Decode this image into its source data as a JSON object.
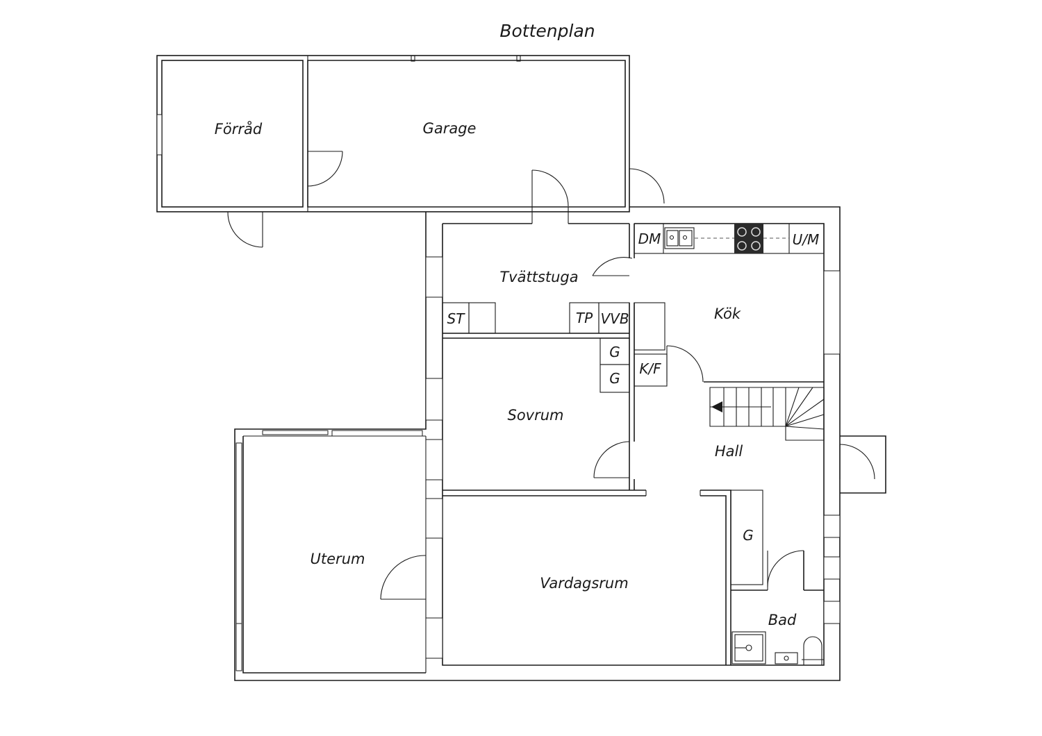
{
  "title": "Bottenplan",
  "rooms": {
    "forrad": "Förråd",
    "garage": "Garage",
    "tvattstuga": "Tvättstuga",
    "kok": "Kök",
    "sovrum": "Sovrum",
    "hall": "Hall",
    "uterum": "Uterum",
    "vardagsrum": "Vardagsrum",
    "bad": "Bad"
  },
  "fixtures": {
    "st": "ST",
    "tp": "TP",
    "vvb": "VVB",
    "dm": "DM",
    "um": "U/M",
    "kf": "K/F",
    "g_upper": "G",
    "g_lower": "G",
    "g_hall": "G"
  },
  "colors": {
    "line": "#1a1a1a",
    "background": "#ffffff",
    "stove": "#2b2b2b"
  }
}
